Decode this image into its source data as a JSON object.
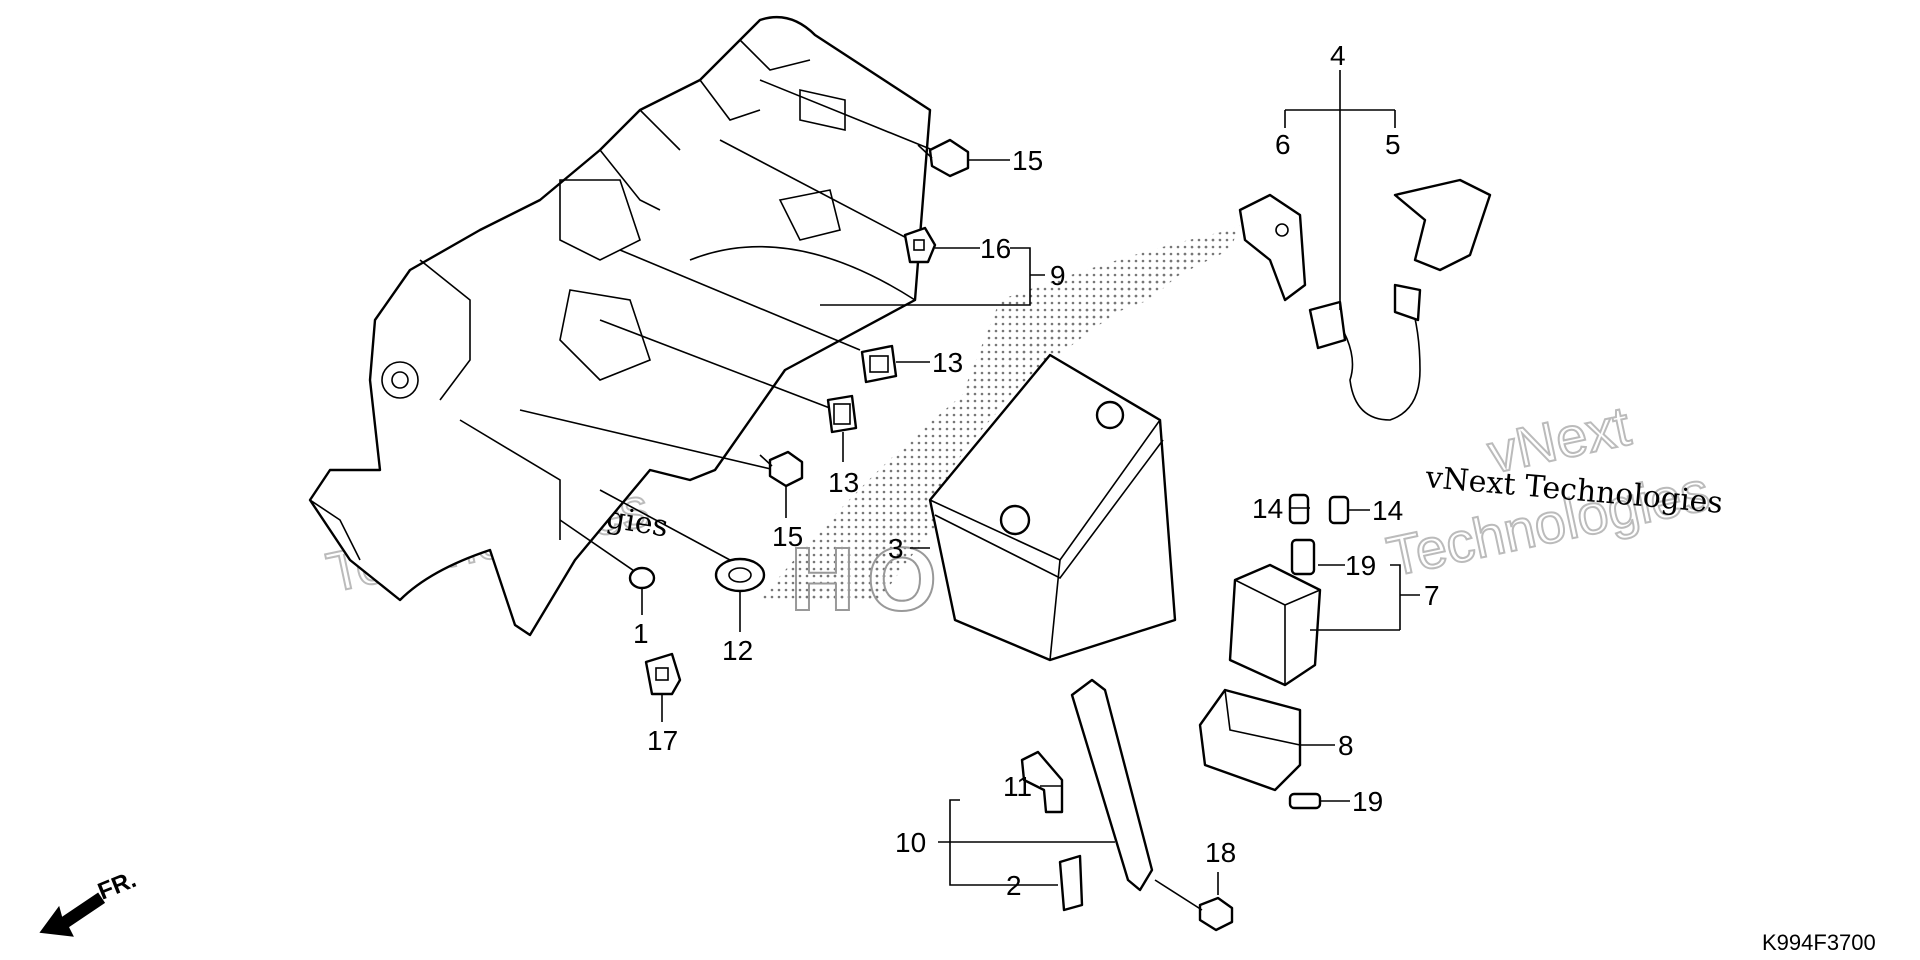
{
  "diagram": {
    "drawing_code": "K994F3700",
    "direction_label": "FR.",
    "logo_text": "HONDA",
    "watermarks": [
      {
        "line1": "vNext",
        "line2": "Technologies"
      },
      {
        "line1": "vNext",
        "line2": "Technologies"
      }
    ],
    "watermark_plain": [
      "vNext Technologies",
      "vNext Technologies"
    ],
    "callouts": {
      "p1": "1",
      "p2": "2",
      "p3": "3",
      "p4": "4",
      "p5": "5",
      "p6": "6",
      "p7": "7",
      "p8": "8",
      "p9": "9",
      "p10": "10",
      "p11": "11",
      "p12": "12",
      "p13a": "13",
      "p13b": "13",
      "p14a": "14",
      "p14b": "14",
      "p15a": "15",
      "p15b": "15",
      "p16": "16",
      "p17": "17",
      "p18": "18",
      "p19a": "19",
      "p19b": "19"
    }
  }
}
